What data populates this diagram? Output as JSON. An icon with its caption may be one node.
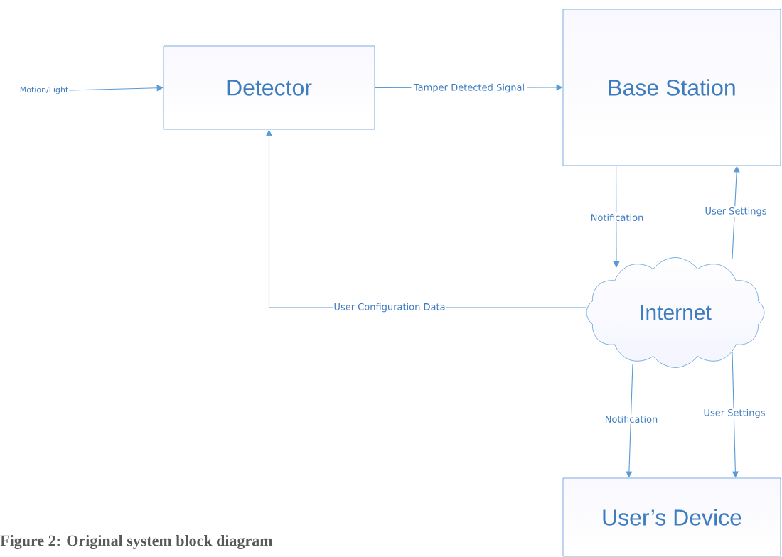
{
  "diagram": {
    "caption": "Figure 2: Original system block diagram",
    "nodes": [
      {
        "text": [
          "Motion/Light"
        ]
      },
      {
        "text": [
          "Detector"
        ]
      },
      {
        "text": [
          "Base Station"
        ]
      },
      {
        "text": [
          "Internet"
        ]
      },
      {
        "text": [
          "User’s Device"
        ]
      }
    ],
    "edges": [
      {
        "from": 0,
        "to": 1,
        "arrow": "to"
      },
      {
        "from": 1,
        "to": 2,
        "arrow": "to",
        "label": "Tamper Detected Signal"
      },
      {
        "from": 2,
        "to": 3,
        "arrow": "to",
        "label": "Notification"
      },
      {
        "from": 3,
        "to": 2,
        "arrow": "to",
        "label": "User Settings"
      },
      {
        "from": 3,
        "to": 1,
        "arrow": "to",
        "label": "User Configuration Data"
      },
      {
        "from": 3,
        "to": 4,
        "arrow": "to",
        "label": "Notification"
      },
      {
        "from": 3,
        "to": 4,
        "arrow": "to",
        "label": "User Settings"
      }
    ]
  }
}
